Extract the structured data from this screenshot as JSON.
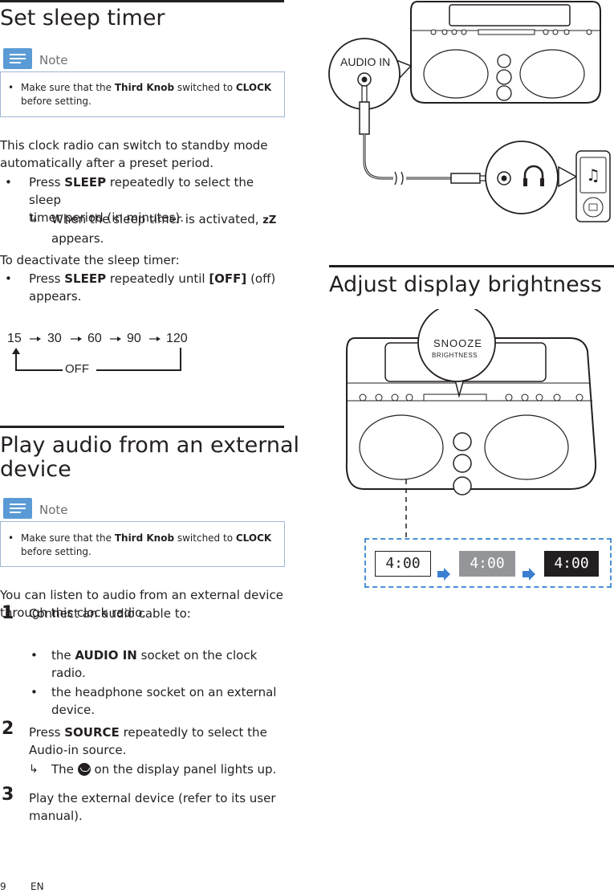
{
  "sleep_section": {
    "title": "Set sleep timer",
    "note_label": "Note",
    "note_pre": "Make sure that the ",
    "note_knob": "Third Knob",
    "note_mid": " switched to ",
    "note_clock": "CLOCK",
    "note_end": "before setting.",
    "intro_line1": "This clock radio can switch to standby mode",
    "intro_line2": "automatically after a preset period.",
    "b1_pre": "Press ",
    "b1_key": "SLEEP",
    "b1_rest1": " repeatedly to select the sleep",
    "b1_rest2": "timer period (in minutes).",
    "r1_line1": "When the sleep timer is activated,",
    "r1_icon": "zZ",
    "r1_line2": "appears.",
    "deactivate_title": "To deactivate the sleep timer:",
    "b2_pre": "Press ",
    "b2_key": "SLEEP",
    "b2_mid": " repeatedly until ",
    "b2_off": "[OFF]",
    "b2_end": " (off)",
    "b2_line2": "appears.",
    "sequence": [
      "15",
      "30",
      "60",
      "90",
      "120"
    ],
    "off_label": "OFF"
  },
  "audio_section": {
    "title_line1": "Play audio from an external",
    "title_line2": "device",
    "note_label": "Note",
    "note_pre": "Make sure that the ",
    "note_knob": "Third Knob",
    "note_mid": " switched to ",
    "note_clock": "CLOCK",
    "note_end": "before setting.",
    "intro_line1": "You can listen to audio from an external device",
    "intro_line2": "through this clock radio.",
    "step1_num": "1",
    "step1_text": "Connect an audio cable to:",
    "s1a_pre": "the ",
    "s1a_key": "AUDIO IN",
    "s1a_rest": " socket on the clock",
    "s1a_line2": "radio.",
    "s1b_line1": "the headphone socket on an external",
    "s1b_line2": "device.",
    "step2_num": "2",
    "step2_pre": "Press ",
    "step2_key": "SOURCE",
    "step2_rest": " repeatedly to select the",
    "step2_line2": "Audio-in source.",
    "r2_pre": "The",
    "r2_rest": "on the display panel lights up.",
    "step3_num": "3",
    "step3_line1": "Play the external device (refer to its user",
    "step3_line2": "manual)."
  },
  "diagram_audio": {
    "audio_in_label": "AUDIO IN"
  },
  "brightness_section": {
    "title": "Adjust display brightness",
    "snooze_label": "SNOOZE",
    "brightness_label": "BRIGHTNESS",
    "display_values": [
      "4:00",
      "4:00",
      "4:00"
    ]
  },
  "footer": {
    "page_number": "9",
    "language": "EN"
  }
}
